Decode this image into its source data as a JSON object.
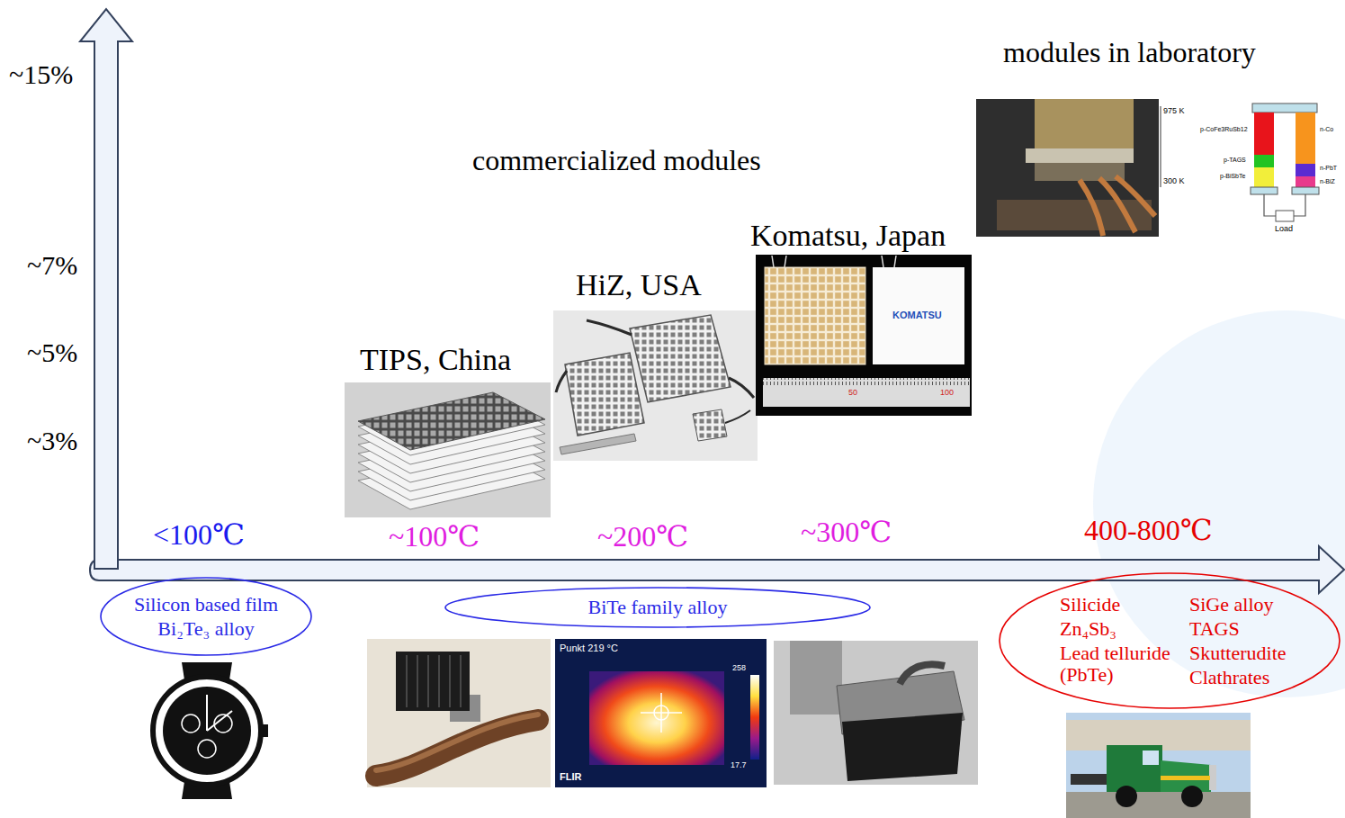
{
  "diagram": {
    "nodes": [
      {
        "text": [
          "Silicon based film",
          "Bi₂Te₃ alloy"
        ]
      },
      {
        "text": [
          "BiTe family alloy"
        ]
      },
      {
        "text": [
          "Silicide",
          "SiGe alloy",
          "Zn₄Sb₃",
          "TAGS",
          "Lead telluride (PbTe)",
          "Skutterudite",
          "Clathrates"
        ]
      }
    ],
    "labels": [
      "~15%",
      "~7%",
      "~5%",
      "~3%",
      "modules in laboratory",
      "commercialized modules",
      "TIPS, China",
      "HiZ, USA",
      "Komatsu, Japan",
      "<100℃",
      "~100℃",
      "~200℃",
      "~300℃",
      "400-800℃",
      "KOMATSU",
      "50",
      "100",
      "975 K",
      "300 K",
      "p-CoFe3RuSb12",
      "p-TAGS",
      "p-BiSbTe",
      "n-Co",
      "n-PbT",
      "n-BiZ",
      "Load",
      "Punkt 219 °C",
      "258",
      "17.7",
      "FLIR"
    ]
  }
}
